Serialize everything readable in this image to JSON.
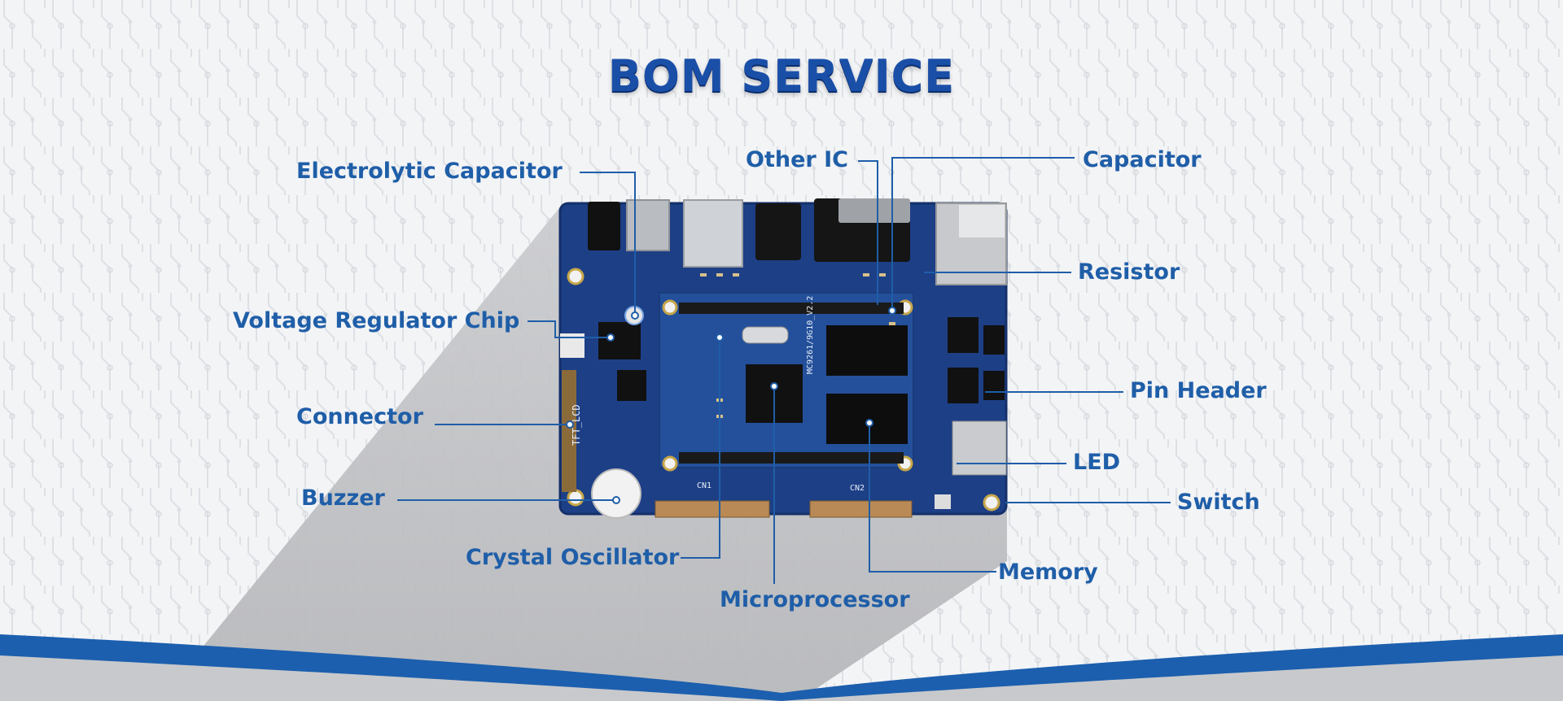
{
  "page": {
    "title": "BOM SERVICE"
  },
  "board": {
    "silkscreen": {
      "tft": "TFT_LCD",
      "cn1": "CN1",
      "cn2": "CN2",
      "model": "MC9261/9G10_V2.2"
    }
  },
  "components": [
    {
      "id": "electrolytic-capacitor",
      "label": "Electrolytic Capacitor"
    },
    {
      "id": "other-ic",
      "label": "Other IC"
    },
    {
      "id": "capacitor",
      "label": "Capacitor"
    },
    {
      "id": "resistor",
      "label": "Resistor"
    },
    {
      "id": "voltage-regulator-chip",
      "label": "Voltage Regulator Chip"
    },
    {
      "id": "pin-header",
      "label": "Pin Header"
    },
    {
      "id": "connector",
      "label": "Connector"
    },
    {
      "id": "led",
      "label": "LED"
    },
    {
      "id": "buzzer",
      "label": "Buzzer"
    },
    {
      "id": "switch",
      "label": "Switch"
    },
    {
      "id": "crystal-oscillator",
      "label": "Crystal Oscillator"
    },
    {
      "id": "memory",
      "label": "Memory"
    },
    {
      "id": "microprocessor",
      "label": "Microprocessor"
    }
  ],
  "colors": {
    "brand": "#1f5ea8",
    "board": "#1d3f86",
    "wave": "#1c5fae"
  }
}
